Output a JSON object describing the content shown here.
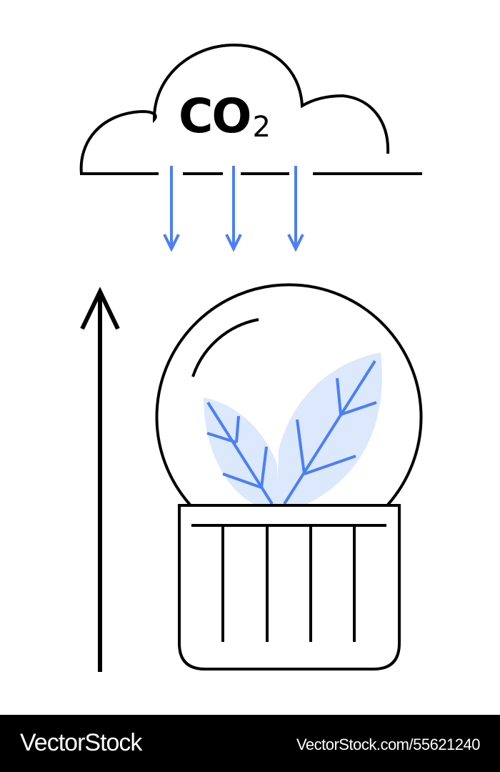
{
  "illustration": {
    "cloud_label": "CO",
    "cloud_label_subscript": "2",
    "icons": [
      "cloud-icon",
      "down-arrow-icon",
      "up-arrow-icon",
      "glass-dome-icon",
      "leaf-icon",
      "pot-icon"
    ],
    "colors": {
      "stroke": "#000000",
      "accent_blue": "#4a7ff7",
      "leaf_fill": "#dce8fb",
      "background": "#ffffff"
    }
  },
  "footer": {
    "brand": "VectorStock",
    "reference": "VectorStock.com/55621240",
    "background": "#000000",
    "text_color": "#ffffff"
  }
}
